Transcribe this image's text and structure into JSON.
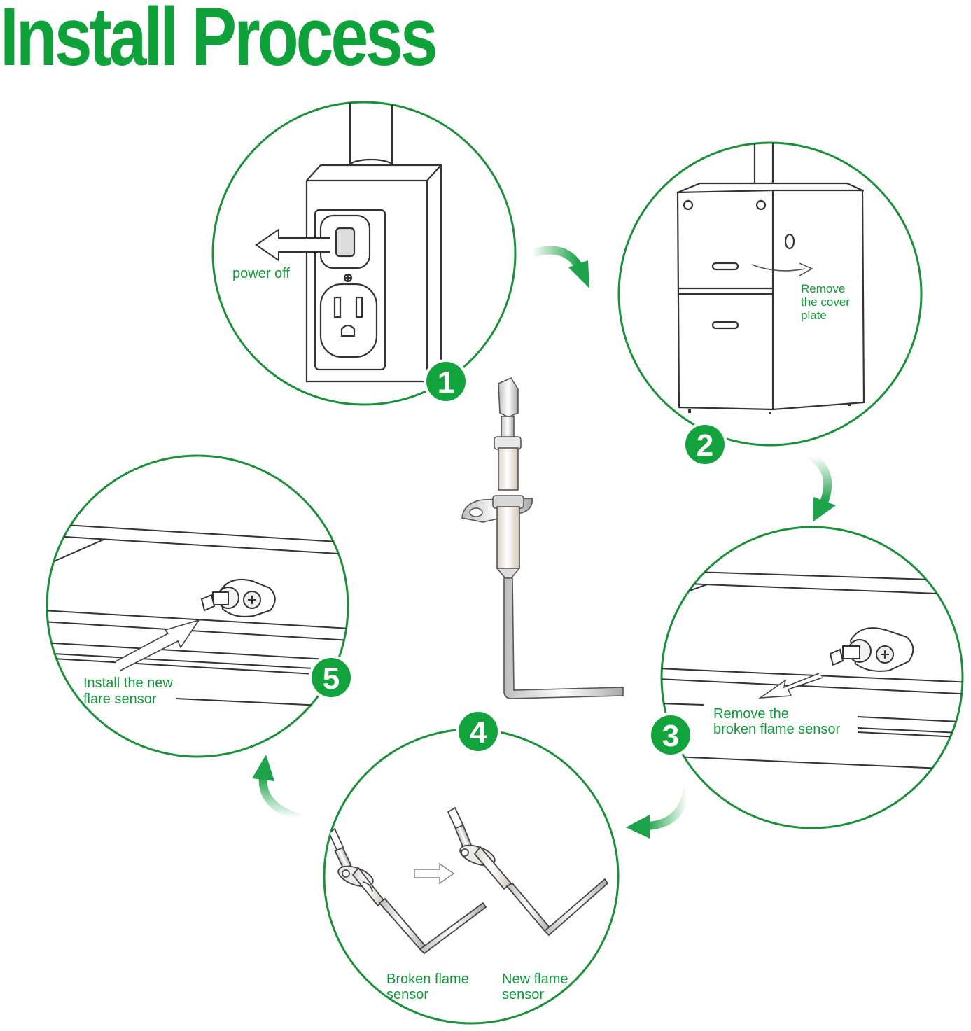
{
  "title": "Install Process",
  "colors": {
    "accent": "#10a23a",
    "circle_stroke": "#1c8f3a",
    "line_art": "#333333"
  },
  "steps": [
    {
      "number": "1",
      "label_lines": [
        "power off"
      ]
    },
    {
      "number": "2",
      "label_lines": [
        "Remove",
        "the cover",
        "plate"
      ]
    },
    {
      "number": "3",
      "label_lines": [
        "Remove the",
        "broken flame sensor"
      ]
    },
    {
      "number": "4",
      "labels": [
        {
          "lines": [
            "Broken flame",
            "sensor"
          ]
        },
        {
          "lines": [
            "New flame",
            "sensor"
          ]
        }
      ]
    },
    {
      "number": "5",
      "label_lines": [
        "Install the new",
        "flare sensor"
      ]
    }
  ]
}
